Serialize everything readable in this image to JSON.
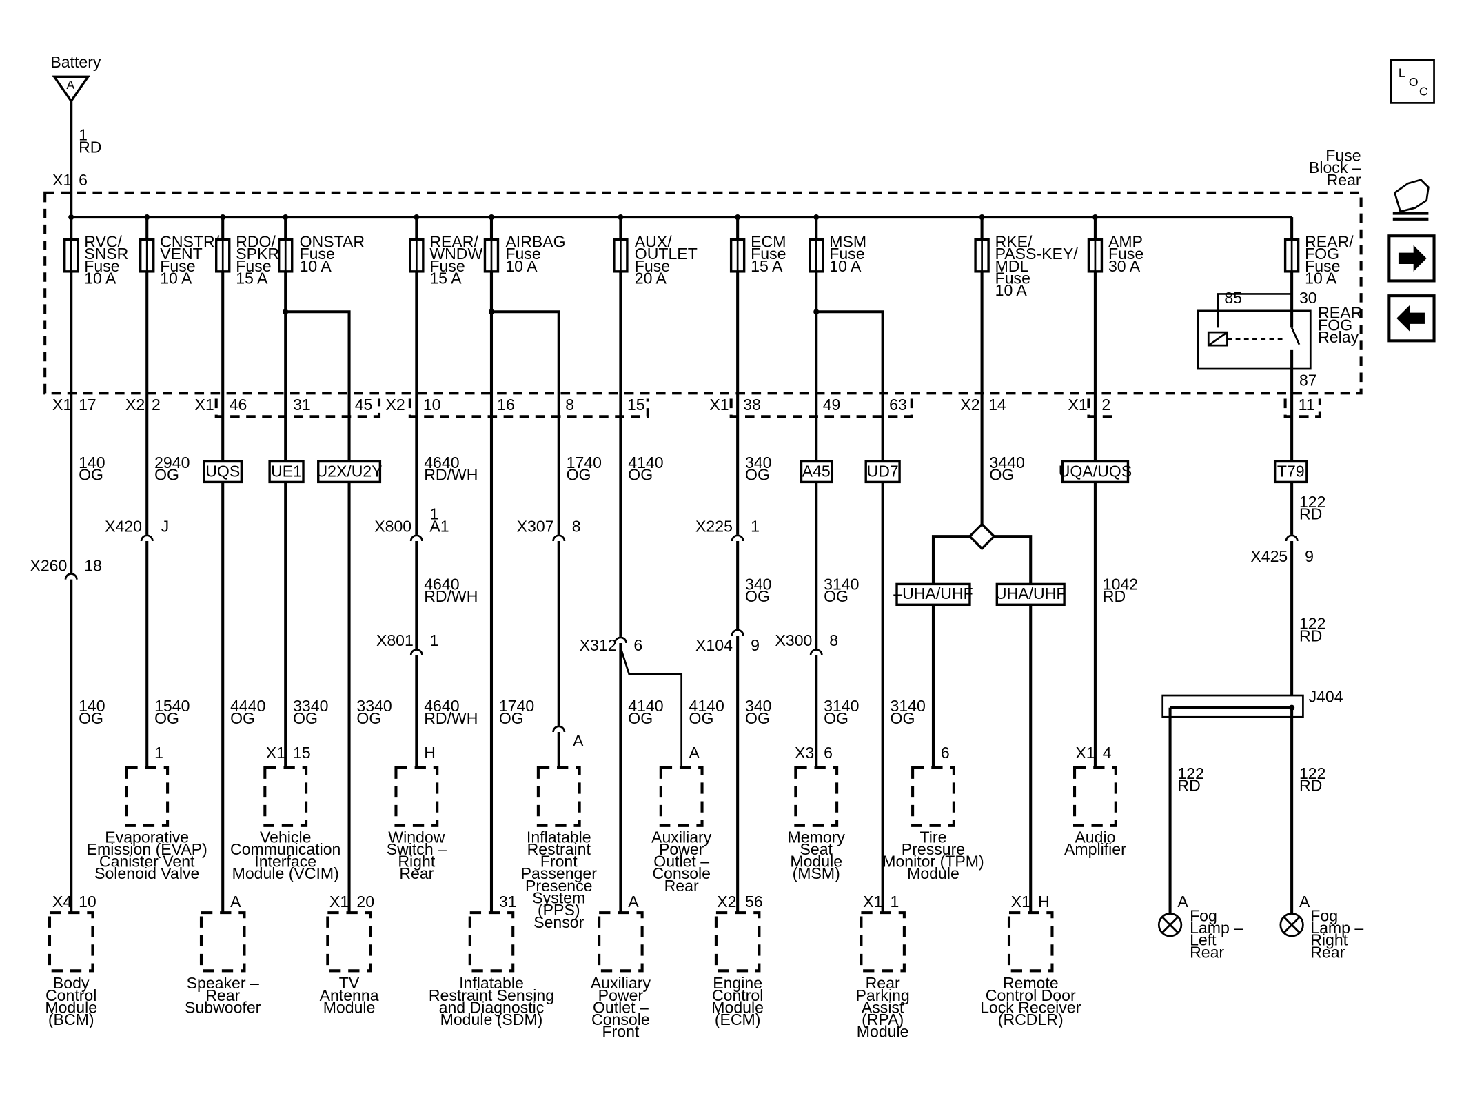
{
  "battery": {
    "label": "Battery",
    "letter": "A"
  },
  "feed": {
    "circuit": "1",
    "color": "RD",
    "connector": "X1",
    "pin": "6"
  },
  "fuse_block": {
    "title_lines": [
      "Fuse",
      "Block –",
      "Rear"
    ]
  },
  "loc_icon": {
    "l": "L",
    "o": "O",
    "c": "C"
  },
  "fuses": [
    {
      "lines": [
        "RVC/",
        "SNSR",
        "Fuse",
        "10 A"
      ]
    },
    {
      "lines": [
        "CNSTR/",
        "VENT",
        "Fuse",
        "10 A"
      ]
    },
    {
      "lines": [
        "RDO/",
        "SPKR",
        "Fuse",
        "15 A"
      ]
    },
    {
      "lines": [
        "ONSTAR",
        "Fuse",
        "10 A"
      ]
    },
    {
      "lines": [
        "REAR/",
        "WNDW",
        "Fuse",
        "15 A"
      ]
    },
    {
      "lines": [
        "AIRBAG",
        "Fuse",
        "10 A"
      ]
    },
    {
      "lines": [
        "AUX/",
        "OUTLET",
        "Fuse",
        "20 A"
      ]
    },
    {
      "lines": [
        "ECM",
        "Fuse",
        "15 A"
      ]
    },
    {
      "lines": [
        "MSM",
        "Fuse",
        "10 A"
      ]
    },
    {
      "lines": [
        "RKE/",
        "PASS-KEY/",
        "MDL",
        "Fuse",
        "10 A"
      ]
    },
    {
      "lines": [
        "AMP",
        "Fuse",
        "30 A"
      ]
    },
    {
      "lines": [
        "REAR/",
        "FOG",
        "Fuse",
        "10 A"
      ]
    }
  ],
  "relay": {
    "lines": [
      "REAR",
      "FOG",
      "Relay"
    ],
    "pin85": "85",
    "pin30": "30",
    "pin87": "87"
  },
  "block_pins": {
    "x1a": "X1",
    "p17": "17",
    "x2a": "X2",
    "p2": "2",
    "x1b": "X1",
    "p46": "46",
    "p31": "31",
    "p45": "45",
    "x2b": "X2",
    "p10": "10",
    "p16": "16",
    "p8": "8",
    "p15": "15",
    "x1c": "X1",
    "p38": "38",
    "p49": "49",
    "p63": "63",
    "x2c": "X2",
    "p14": "14",
    "x1d": "X1",
    "p2b": "2",
    "p11": "11"
  },
  "options": [
    "UQS",
    "UE1",
    "U2X/U2Y",
    "A45",
    "UD7",
    "UQA/UQS",
    "T79",
    "–UHA/UHF",
    "UHA/UHF"
  ],
  "wires": {
    "w1": [
      "140",
      "OG"
    ],
    "w2": [
      "2940",
      "OG"
    ],
    "w3": [
      "4640",
      "RD/WH"
    ],
    "w4": [
      "1740",
      "OG"
    ],
    "w5": [
      "4140",
      "OG"
    ],
    "w6": [
      "340",
      "OG"
    ],
    "w7": [
      "3440",
      "OG"
    ],
    "w8": [
      "122",
      "RD"
    ],
    "w9": [
      "4640",
      "RD/WH"
    ],
    "w10": [
      "340",
      "OG"
    ],
    "w11": [
      "3140",
      "OG"
    ],
    "w12": [
      "1042",
      "RD"
    ],
    "w13": [
      "122",
      "RD"
    ],
    "w14": [
      "140",
      "OG"
    ],
    "w15": [
      "1540",
      "OG"
    ],
    "w16": [
      "4440",
      "OG"
    ],
    "w17": [
      "3340",
      "OG"
    ],
    "w18": [
      "3340",
      "OG"
    ],
    "w19": [
      "4640",
      "RD/WH"
    ],
    "w20": [
      "1740",
      "OG"
    ],
    "w21": [
      "4140",
      "OG"
    ],
    "w22": [
      "4140",
      "OG"
    ],
    "w23": [
      "340",
      "OG"
    ],
    "w24": [
      "3140",
      "OG"
    ],
    "w25": [
      "3140",
      "OG"
    ],
    "w26": [
      "122",
      "RD"
    ],
    "w27": [
      "122",
      "RD"
    ]
  },
  "inline_connectors": {
    "x420": "X420",
    "x420p": "J",
    "x260": "X260",
    "x260p": "18",
    "x800": "X800",
    "x800p": [
      "1",
      "A1"
    ],
    "x307": "X307",
    "x307p": "8",
    "x225": "X225",
    "x225p": "1",
    "x425": "X425",
    "x425p": "9",
    "x801": "X801",
    "x801p": "1",
    "x312": "X312",
    "x312p": "6",
    "x104": "X104",
    "x104p": "9",
    "x300": "X300",
    "x300p": "8",
    "pps_a": "A",
    "j404": "J404"
  },
  "components": {
    "evap": {
      "pin": "1",
      "lines": [
        "Evaporative",
        "Emission (EVAP)",
        "Canister Vent",
        "Solenoid Valve"
      ]
    },
    "vcim": {
      "conn": "X1",
      "pin": "15",
      "lines": [
        "Vehicle",
        "Communication",
        "Interface",
        "Module (VCIM)"
      ]
    },
    "window": {
      "pin": "H",
      "lines": [
        "Window",
        "Switch –",
        "Right",
        "Rear"
      ]
    },
    "pps": {
      "lines": [
        "Inflatable",
        "Restraint",
        "Front",
        "Passenger",
        "Presence",
        "System",
        "(PPS)",
        "Sensor"
      ]
    },
    "aux_rear": {
      "pin": "A",
      "lines": [
        "Auxiliary",
        "Power",
        "Outlet –",
        "Console",
        "Rear"
      ]
    },
    "msm": {
      "conn": "X3",
      "pin": "6",
      "lines": [
        "Memory",
        "Seat",
        "Module",
        "(MSM)"
      ]
    },
    "tpm": {
      "pin": "6",
      "lines": [
        "Tire",
        "Pressure",
        "Monitor (TPM)",
        "Module"
      ]
    },
    "amp": {
      "conn": "X1",
      "pin": "4",
      "lines": [
        "Audio",
        "Amplifier"
      ]
    },
    "bcm": {
      "conn": "X4",
      "pin": "10",
      "lines": [
        "Body",
        "Control",
        "Module",
        "(BCM)"
      ]
    },
    "speaker": {
      "pin": "A",
      "lines": [
        "Speaker –",
        "Rear",
        "Subwoofer"
      ]
    },
    "tv": {
      "conn": "X1",
      "pin": "20",
      "lines": [
        "TV",
        "Antenna",
        "Module"
      ]
    },
    "sdm": {
      "pin": "31",
      "lines": [
        "Inflatable",
        "Restraint Sensing",
        "and Diagnostic",
        "Module (SDM)"
      ]
    },
    "aux_front": {
      "pin": "A",
      "lines": [
        "Auxiliary",
        "Power",
        "Outlet –",
        "Console",
        "Front"
      ]
    },
    "ecm": {
      "conn": "X2",
      "pin": "56",
      "lines": [
        "Engine",
        "Control",
        "Module",
        "(ECM)"
      ]
    },
    "rpa": {
      "conn": "X1",
      "pin": "1",
      "lines": [
        "Rear",
        "Parking",
        "Assist",
        "(RPA)",
        "Module"
      ]
    },
    "rcdlr": {
      "conn": "X1",
      "pin": "H",
      "lines": [
        "Remote",
        "Control Door",
        "Lock Receiver",
        "(RCDLR)"
      ]
    },
    "fog_left": {
      "pin": "A",
      "lines": [
        "Fog",
        "Lamp –",
        "Left",
        "Rear"
      ]
    },
    "fog_right": {
      "pin": "A",
      "lines": [
        "Fog",
        "Lamp –",
        "Right",
        "Rear"
      ]
    }
  },
  "icons": {
    "loc": "loc-icon",
    "connector": "connector-view-icon",
    "next": "arrow-right-icon",
    "prev": "arrow-left-icon"
  }
}
